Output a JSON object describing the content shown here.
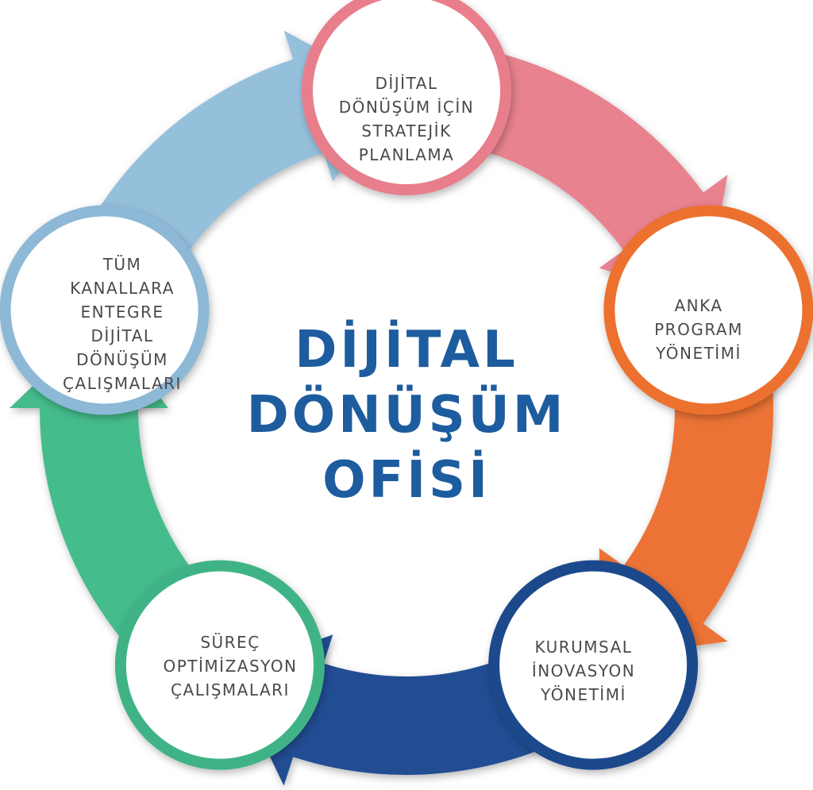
{
  "center_title": {
    "lines": [
      "DİJİTAL",
      "DÖNÜŞÜM",
      "OFİSİ"
    ],
    "color": "#1d5c9e"
  },
  "nodes": [
    {
      "id": "strategic-planning",
      "lines": [
        "DİJİTAL",
        "DÖNÜŞÜM İÇİN",
        "STRATEJİK",
        "PLANLAMA"
      ],
      "color": "#e8828f",
      "ring_color": "#e87e8c"
    },
    {
      "id": "anka-program",
      "lines": [
        "ANKA",
        "PROGRAM",
        "YÖNETİMİ"
      ],
      "color": "#ec7334",
      "ring_color": "#ec6f2f"
    },
    {
      "id": "innovation",
      "lines": [
        "KURUMSAL",
        "İNOVASYON",
        "YÖNETİMİ"
      ],
      "color": "#214e93",
      "ring_color": "#1f4a8c"
    },
    {
      "id": "process-optimization",
      "lines": [
        "SÜREÇ",
        "OPTİMİZASYON",
        "ÇALIŞMALARI"
      ],
      "color": "#45bc8c",
      "ring_color": "#3fb386"
    },
    {
      "id": "channel-integration",
      "lines": [
        "TÜM",
        "KANALLARA",
        "ENTEGRE",
        "DİJİTAL",
        "DÖNÜŞÜM",
        "ÇALIŞMALARI"
      ],
      "color": "#95c0dc",
      "ring_color": "#8db8d6"
    }
  ]
}
